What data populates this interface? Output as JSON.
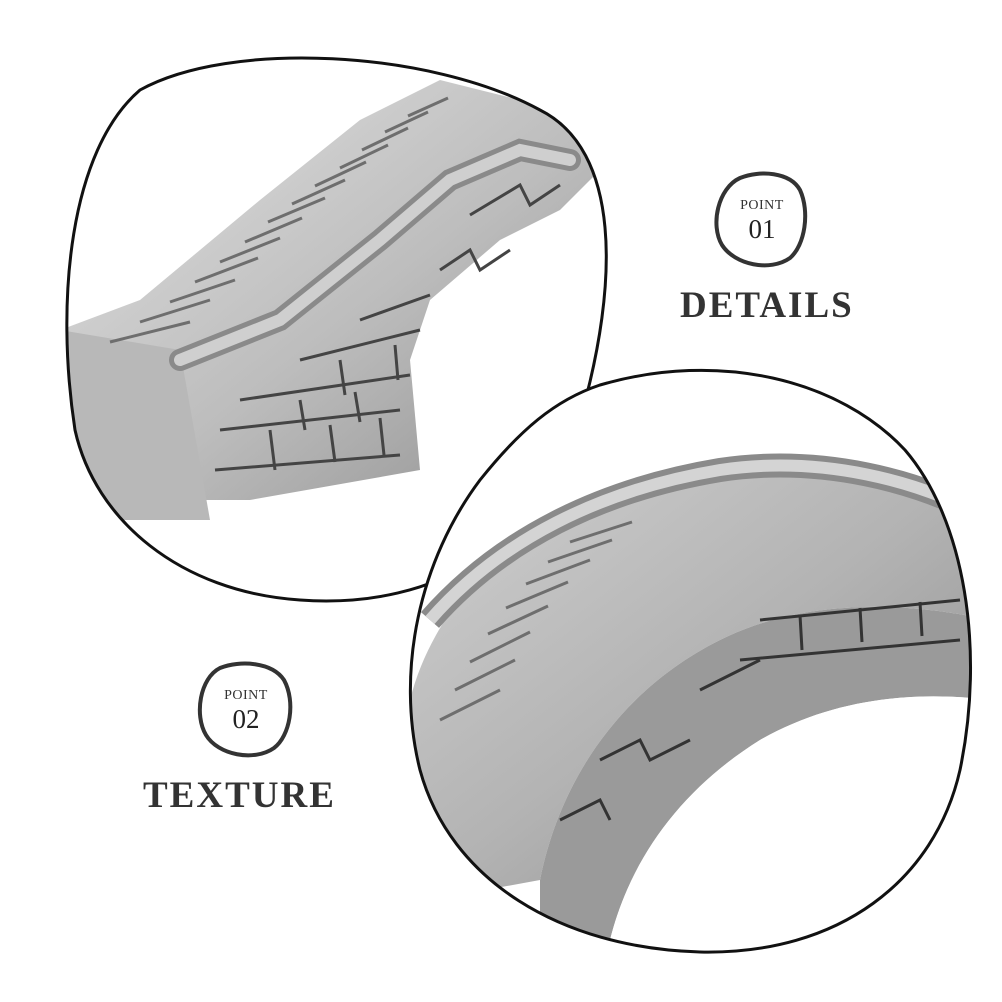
{
  "points": [
    {
      "top": "POINT",
      "number": "01",
      "label": "DETAILS"
    },
    {
      "top": "POINT",
      "number": "02",
      "label": "TEXTURE"
    }
  ],
  "colors": {
    "outline": "#111111",
    "stone_light": "#d8d8d8",
    "stone_mid": "#b5b5b5",
    "stone_dark": "#7a7a7a",
    "text": "#333333"
  }
}
